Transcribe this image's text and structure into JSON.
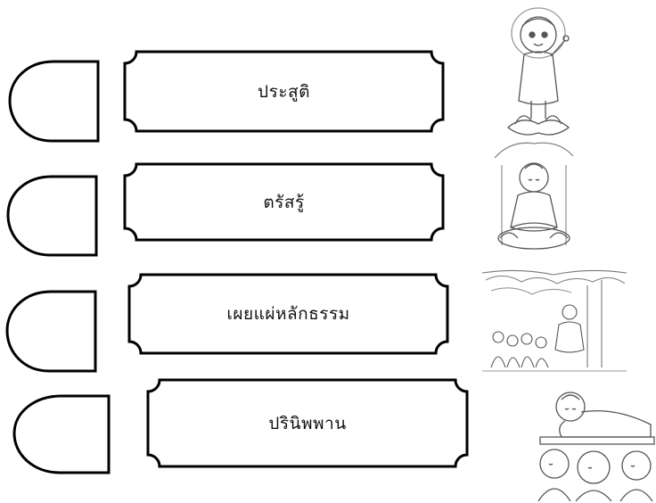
{
  "worksheet": {
    "rows": [
      {
        "label": "ประสูติ",
        "illustration": "baby-buddha-on-lotus"
      },
      {
        "label": "ตรัสรู้",
        "illustration": "buddha-meditating-under-tree"
      },
      {
        "label": "เผยแผ่หลักธรรม",
        "illustration": "buddha-teaching-disciples"
      },
      {
        "label": "ปรินิพพาน",
        "illustration": "reclining-buddha-with-mourning-monks"
      }
    ]
  }
}
